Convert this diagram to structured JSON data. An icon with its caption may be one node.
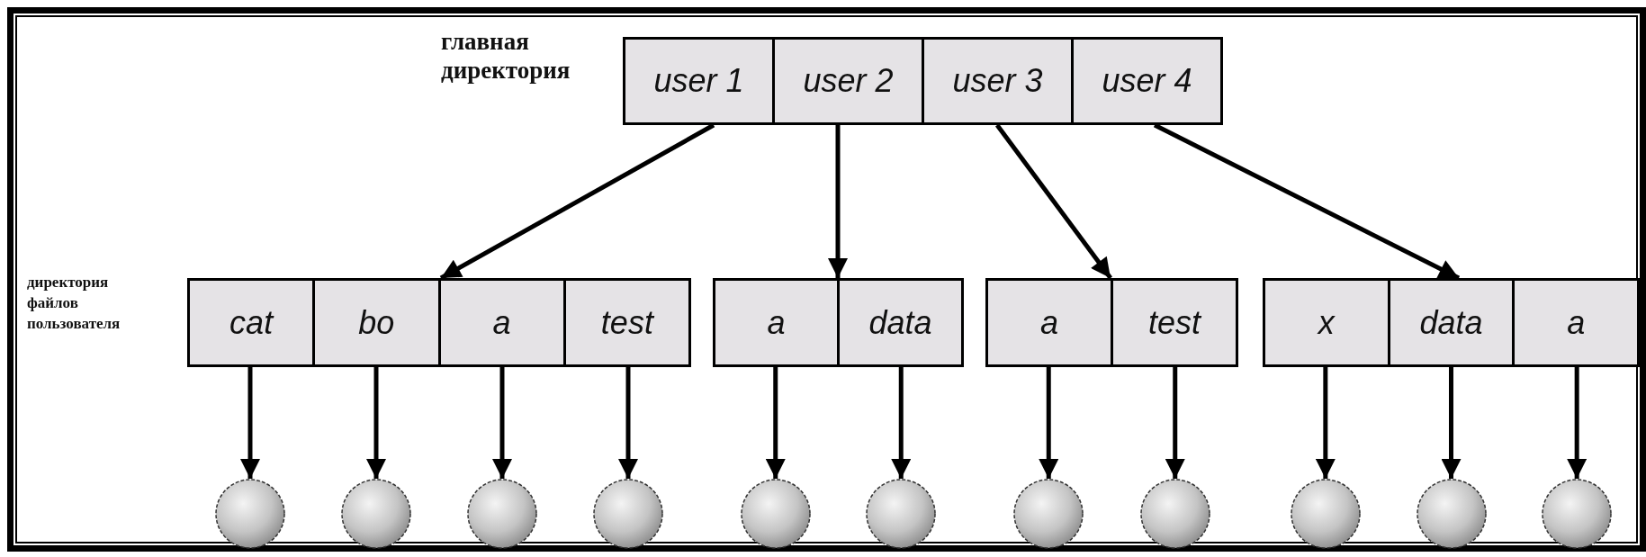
{
  "diagram": {
    "nodes": [
      {
        "text": [],
        "shape": "box"
      },
      {
        "text": [
          "user 1"
        ],
        "in": 0
      },
      {
        "text": [
          "user 2"
        ],
        "in": 0
      },
      {
        "text": [
          "user 3"
        ],
        "in": 0
      },
      {
        "text": [
          "user 4"
        ],
        "in": 0
      },
      {
        "text": [],
        "shape": "box"
      },
      {
        "text": [
          "cat"
        ],
        "in": 5
      },
      {
        "text": [
          "bo"
        ],
        "in": 5
      },
      {
        "text": [
          "a"
        ],
        "in": 5
      },
      {
        "text": [
          "test"
        ],
        "in": 5
      },
      {
        "text": [],
        "shape": "box"
      },
      {
        "text": [
          "a"
        ],
        "in": 10
      },
      {
        "text": [
          "data"
        ],
        "in": 10
      },
      {
        "text": [],
        "shape": "box"
      },
      {
        "text": [
          "a"
        ],
        "in": 13
      },
      {
        "text": [
          "test"
        ],
        "in": 13
      },
      {
        "text": [],
        "shape": "box"
      },
      {
        "text": [
          "x"
        ],
        "in": 16
      },
      {
        "text": [
          "data"
        ],
        "in": 16
      },
      {
        "text": [
          "a"
        ],
        "in": 16
      },
      {
        "text": [],
        "shape": "circle"
      },
      {
        "text": [],
        "shape": "circle"
      },
      {
        "text": [],
        "shape": "circle"
      },
      {
        "text": [],
        "shape": "circle"
      },
      {
        "text": [],
        "shape": "circle"
      },
      {
        "text": [],
        "shape": "circle"
      },
      {
        "text": [],
        "shape": "circle"
      },
      {
        "text": [],
        "shape": "circle"
      },
      {
        "text": [],
        "shape": "circle"
      },
      {
        "text": [],
        "shape": "circle"
      },
      {
        "text": [],
        "shape": "circle"
      }
    ],
    "edges": [
      {
        "from": 1,
        "to": 5,
        "arrow": "to"
      },
      {
        "from": 2,
        "to": 10,
        "arrow": "to"
      },
      {
        "from": 3,
        "to": 13,
        "arrow": "to"
      },
      {
        "from": 4,
        "to": 16,
        "arrow": "to"
      },
      {
        "from": 6,
        "to": 20,
        "arrow": "to"
      },
      {
        "from": 7,
        "to": 21,
        "arrow": "to"
      },
      {
        "from": 8,
        "to": 22,
        "arrow": "to"
      },
      {
        "from": 9,
        "to": 23,
        "arrow": "to"
      },
      {
        "from": 11,
        "to": 24,
        "arrow": "to"
      },
      {
        "from": 12,
        "to": 25,
        "arrow": "to"
      },
      {
        "from": 14,
        "to": 26,
        "arrow": "to"
      },
      {
        "from": 15,
        "to": 27,
        "arrow": "to"
      },
      {
        "from": 17,
        "to": 28,
        "arrow": "to"
      },
      {
        "from": 18,
        "to": 29,
        "arrow": "to"
      },
      {
        "from": 19,
        "to": 30,
        "arrow": "to"
      }
    ],
    "labels": [
      "главная директория",
      "директория файлов пользователя"
    ]
  }
}
